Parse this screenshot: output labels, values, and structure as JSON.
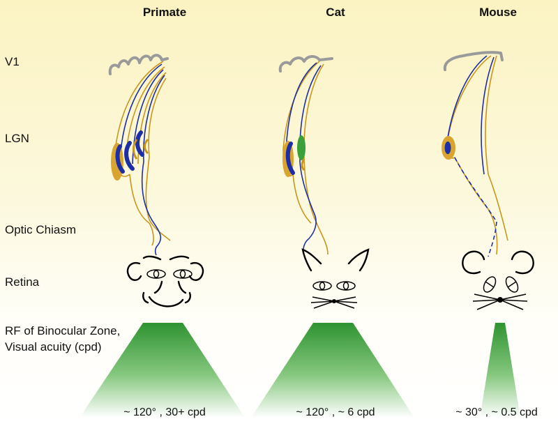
{
  "columns": {
    "primate": {
      "title": "Primate",
      "bottom": "~ 120° , 30+ cpd"
    },
    "cat": {
      "title": "Cat",
      "bottom": "~ 120° , ~ 6 cpd"
    },
    "mouse": {
      "title": "Mouse",
      "bottom": "~ 30° , ~ 0.5 cpd"
    }
  },
  "rows": {
    "v1": "V1",
    "lgn": "LGN",
    "chiasm": "Optic Chiasm",
    "retina": "Retina",
    "rf_line1": "RF of Binocular Zone,",
    "rf_line2": "Visual acuity (cpd)"
  },
  "colors": {
    "background_top": "#fbf3c2",
    "ipsilateral_pathway": "#c8961c",
    "contralateral_pathway": "#1c2fa6",
    "lgn_green": "#3aa13a",
    "cortex": "#9a9a9a",
    "field_cone": "#3d9a3d"
  }
}
